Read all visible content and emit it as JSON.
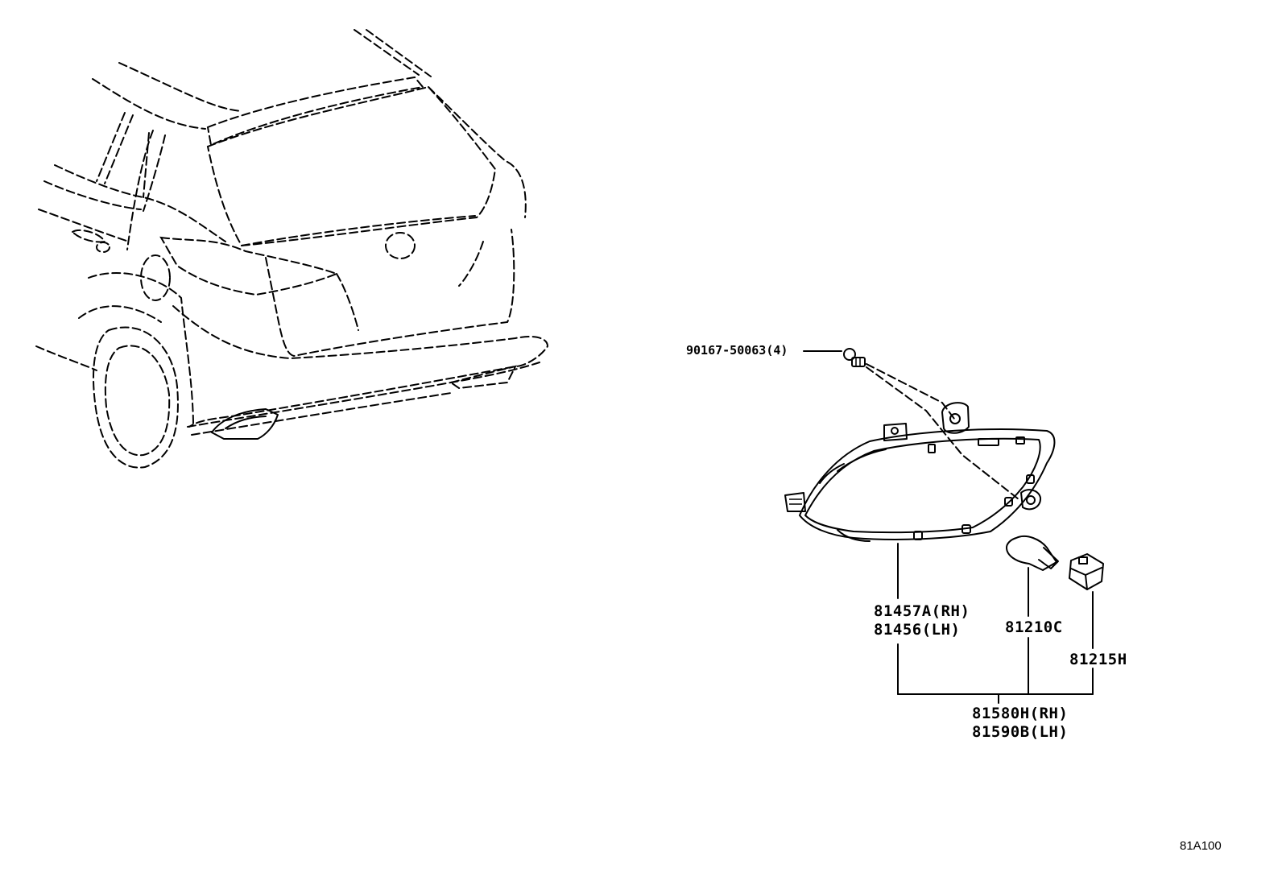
{
  "parts": {
    "bolt": "90167-50063(4)",
    "lens_rh": "81457A(RH)",
    "lens_lh": "81456(LH)",
    "bulb": "81210C",
    "socket": "81215H",
    "assy_rh": "81580H(RH)",
    "assy_lh": "81590B(LH)"
  },
  "diagram_code": "81A100"
}
